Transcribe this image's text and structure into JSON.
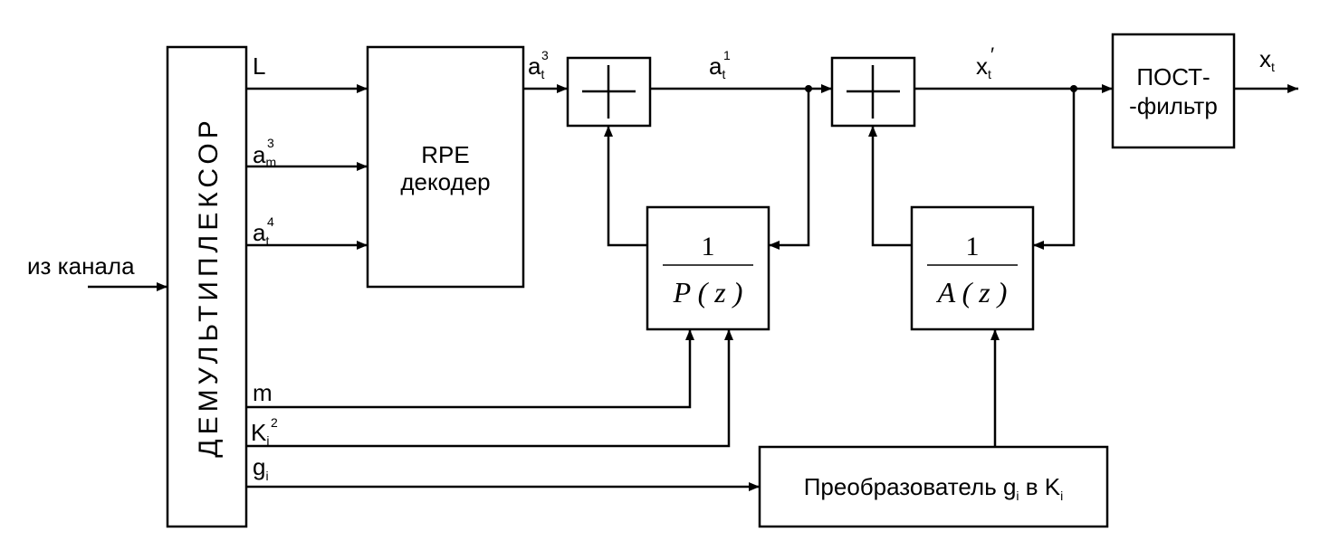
{
  "demux_label": "ДЕМУЛЬТИПЛЕКСОР",
  "input_label": "из канала",
  "signals": {
    "L": "L",
    "am3_base": "a",
    "am3_sub": "m",
    "am3_sup": "3",
    "at4_base": "a",
    "at4_sub": "t",
    "at4_sup": "4",
    "m": "m",
    "Ki2_base": "K",
    "Ki2_sub": "i",
    "Ki2_sup": "2",
    "gi_base": "g",
    "gi_sub": "i",
    "at3_base": "a",
    "at3_sub": "t",
    "at3_sup": "3",
    "at1_base": "a",
    "at1_sub": "t",
    "at1_sup": "1",
    "xt_prime_base": "x",
    "xt_prime_sub": "t",
    "xt_prime_sup": "′",
    "xt_base": "x",
    "xt_sub": "t"
  },
  "rpe_decoder": {
    "line1": "RPE",
    "line2": "декодер"
  },
  "filter_p": {
    "numerator": "1",
    "denominator": "P ( z )"
  },
  "filter_a": {
    "numerator": "1",
    "denominator": "A ( z )"
  },
  "post_filter": {
    "line1": "ПОСТ-",
    "line2": "-фильтр"
  },
  "converter": {
    "text_pre": "Преобразователь g",
    "text_sub1": "i",
    "text_mid": " в K",
    "text_sub2": "i"
  }
}
